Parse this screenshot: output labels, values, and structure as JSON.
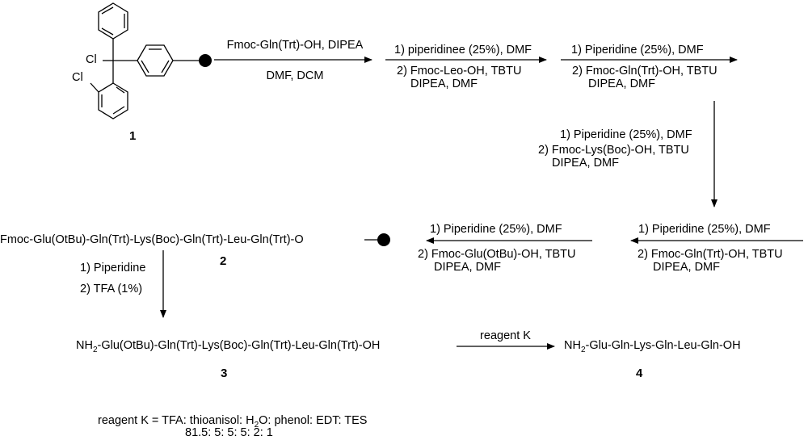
{
  "compounds": {
    "c1": "1",
    "c2": "2",
    "c3": "3",
    "c4": "4"
  },
  "resin_structure": {
    "cl_central": "Cl",
    "cl_ring": "Cl"
  },
  "step1": {
    "above": "Fmoc-Gln(Trt)-OH, DIPEA",
    "below": "DMF, DCM"
  },
  "step2": {
    "line1": "1) piperidinee (25%), DMF",
    "line2": "2) Fmoc-Leo-OH, TBTU",
    "line3": "DIPEA, DMF"
  },
  "step3": {
    "line1": "1) Piperidine (25%), DMF",
    "line2": "2) Fmoc-Gln(Trt)-OH, TBTU",
    "line3": "DIPEA, DMF"
  },
  "step4": {
    "line1": "1) Piperidine (25%), DMF",
    "line2": "2) Fmoc-Lys(Boc)-OH, TBTU",
    "line3": "DIPEA, DMF"
  },
  "step5": {
    "line1": "1) Piperidine (25%), DMF",
    "line2": "2) Fmoc-Gln(Trt)-OH, TBTU",
    "line3": "DIPEA, DMF"
  },
  "step6": {
    "line1": "1) Piperidine (25%), DMF",
    "line2": "2) Fmoc-Glu(OtBu)-OH, TBTU",
    "line3": "DIPEA, DMF"
  },
  "compound2_formula": "Fmoc-Glu(OtBu)-Gln(Trt)-Lys(Boc)-Gln(Trt)-Leu-Gln(Trt)-O",
  "step7": {
    "line1": "1) Piperidine",
    "line2": "2) TFA (1%)"
  },
  "compound3_formula": {
    "pre": "NH",
    "sub": "2",
    "post": "-Glu(OtBu)-Gln(Trt)-Lys(Boc)-Gln(Trt)-Leu-Gln(Trt)-OH"
  },
  "step8": {
    "above": "reagent K"
  },
  "compound4_formula": {
    "pre": "NH",
    "sub": "2",
    "post": "-Glu-Gln-Lys-Gln-Leu-Gln-OH"
  },
  "footnote": {
    "line1_pre": "reagent K = TFA: thioanisol: H",
    "line1_sub": "2",
    "line1_post": "O: phenol: EDT: TES",
    "line2": "81.5: 5: 5: 5: 2: 1"
  }
}
